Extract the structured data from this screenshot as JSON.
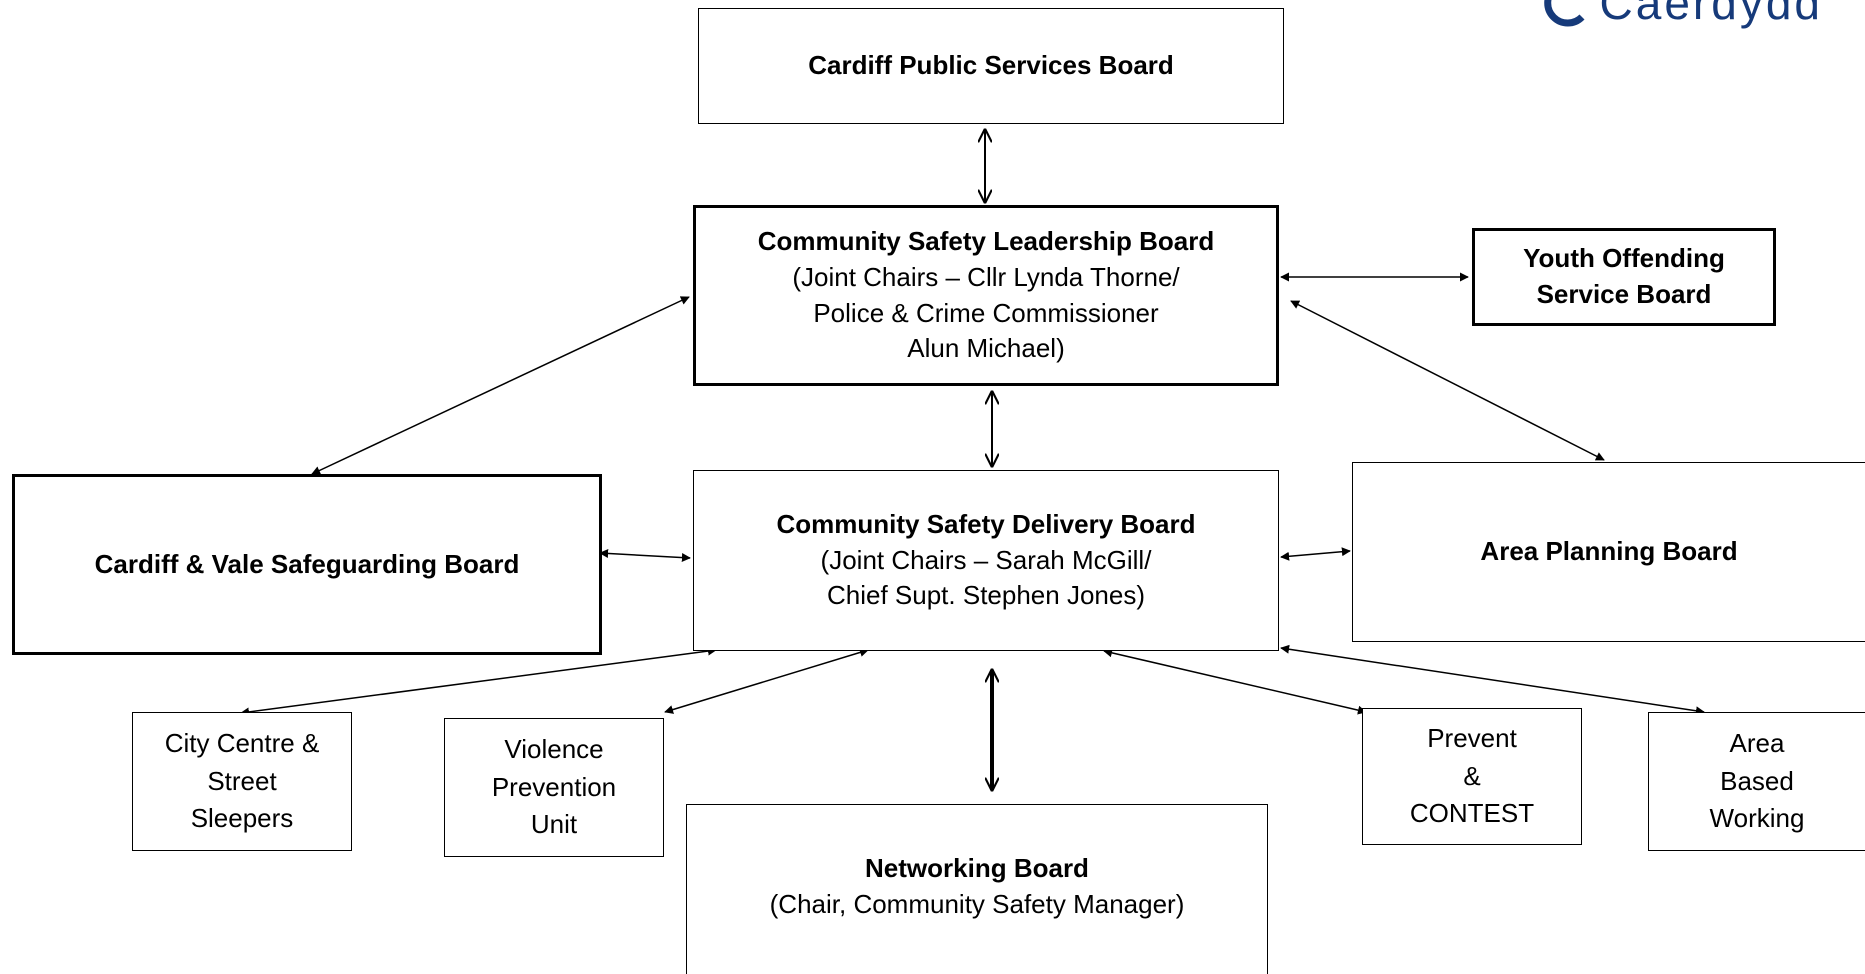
{
  "logo": {
    "text": "Caerdydd",
    "color": "#163a7a"
  },
  "boxes": {
    "public_services": {
      "title": "Cardiff Public Services Board"
    },
    "leadership": {
      "title": "Community Safety Leadership Board",
      "line1": "(Joint Chairs – Cllr Lynda Thorne/",
      "line2": "Police & Crime Commissioner",
      "line3": "Alun Michael)"
    },
    "youth_offending": {
      "line1": "Youth Offending",
      "line2": "Service Board"
    },
    "delivery": {
      "title": "Community Safety Delivery Board",
      "line1": "(Joint Chairs – Sarah McGill/",
      "line2": "Chief Supt. Stephen Jones)"
    },
    "safeguarding": {
      "title": "Cardiff & Vale Safeguarding Board"
    },
    "area_planning": {
      "title": "Area Planning Board"
    },
    "city_centre": {
      "line1": "City Centre &",
      "line2": "Street",
      "line3": "Sleepers"
    },
    "violence_prevention": {
      "line1": "Violence",
      "line2": "Prevention",
      "line3": "Unit"
    },
    "prevent": {
      "line1": "Prevent",
      "line2": "&",
      "line3": "CONTEST"
    },
    "area_based": {
      "line1": "Area",
      "line2": "Based",
      "line3": "Working"
    },
    "networking": {
      "title": "Networking Board",
      "line1": "(Chair, Community Safety Manager)"
    }
  }
}
